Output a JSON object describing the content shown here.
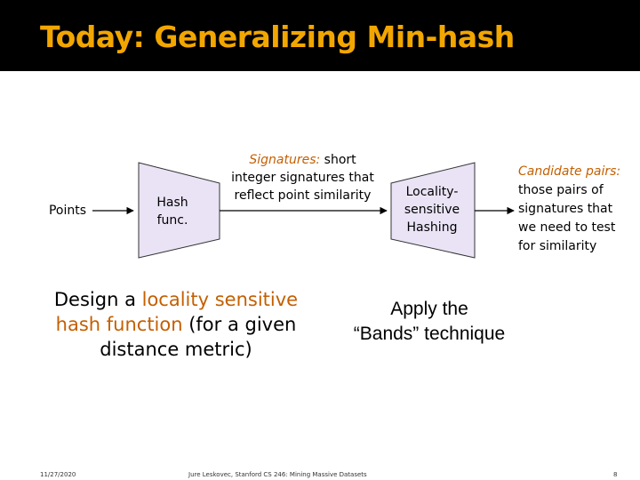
{
  "title": "Today: Generalizing Min-hash",
  "diagram": {
    "points_label": "Points",
    "hash_label_line1": "Hash",
    "hash_label_line2": "func.",
    "signatures": {
      "heading": "Signatures:",
      "text_line1": "short",
      "text_line2": "integer signatures that",
      "text_line3": "reflect point similarity"
    },
    "lsh": {
      "line1": "Locality-",
      "line2": "sensitive",
      "line3": "Hashing"
    },
    "candidates": {
      "heading": "Candidate pairs:",
      "line1": "those pairs of",
      "line2": "signatures that",
      "line3": "we need to test",
      "line4": "for similarity"
    }
  },
  "design_text": {
    "prefix": "Design a ",
    "highlight1": "locality sensitive",
    "line2_highlight": "hash function",
    "line2_rest": " (for a given",
    "line3": "distance metric)"
  },
  "bands_text": {
    "line1": "Apply the",
    "line2": "“Bands” technique"
  },
  "footer": {
    "date": "11/27/2020",
    "credit": "Jure Leskovec, Stanford CS 246: Mining Massive Datasets",
    "page": "8"
  },
  "colors": {
    "title": "#f2a600",
    "accent": "#c45f00",
    "shape_fill": "#eae3f6"
  }
}
